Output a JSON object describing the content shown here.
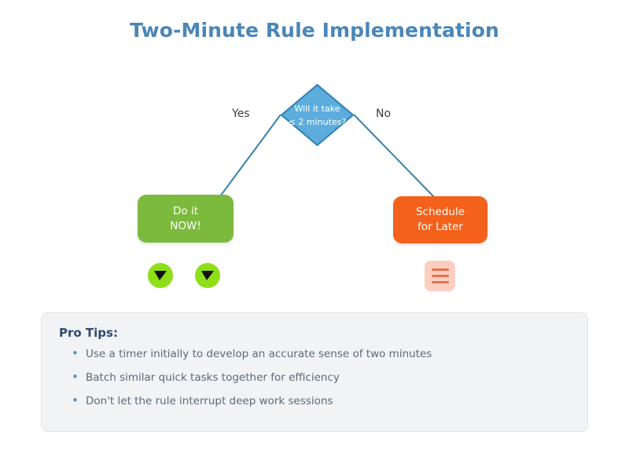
{
  "page": {
    "title": "Two-Minute Rule Implementation",
    "background_color": "#ffffff",
    "title_color": "#4a86b8"
  },
  "flowchart": {
    "decision": {
      "line1": "Will it take",
      "line2": "≤ 2 minutes?",
      "fill_color": "#5cadde",
      "border_color": "#2f7fb5",
      "text_color": "#ffffff"
    },
    "branches": [
      {
        "label": "Yes",
        "side": "left"
      },
      {
        "label": "No",
        "side": "right"
      }
    ],
    "connector_color": "#3b82ab",
    "nodes": [
      {
        "id": "do-now",
        "line1": "Do it",
        "line2": "NOW!",
        "fill_color": "#7cba3d",
        "text_color": "#ffffff"
      },
      {
        "id": "schedule",
        "line1": "Schedule",
        "line2": "for Later",
        "fill_color": "#f4611a",
        "text_color": "#ffffff"
      }
    ],
    "icons": [
      {
        "name": "check-circle-icon-1",
        "color": "#8ede18",
        "glyph": "▼"
      },
      {
        "name": "check-circle-icon-2",
        "color": "#8ede18",
        "glyph": "▼"
      },
      {
        "name": "list-lines-icon",
        "color": "#fbcfc0",
        "line_color": "#e8714a"
      }
    ]
  },
  "tips": {
    "heading": "Pro Tips:",
    "heading_color": "#2e4b6e",
    "bullet_color": "#5b8db8",
    "panel_color": "#f2f3f4",
    "items": [
      "Use a timer initially to develop an accurate sense of two minutes",
      "Batch similar quick tasks together for efficiency",
      "Don't let the rule interrupt deep work sessions"
    ]
  }
}
